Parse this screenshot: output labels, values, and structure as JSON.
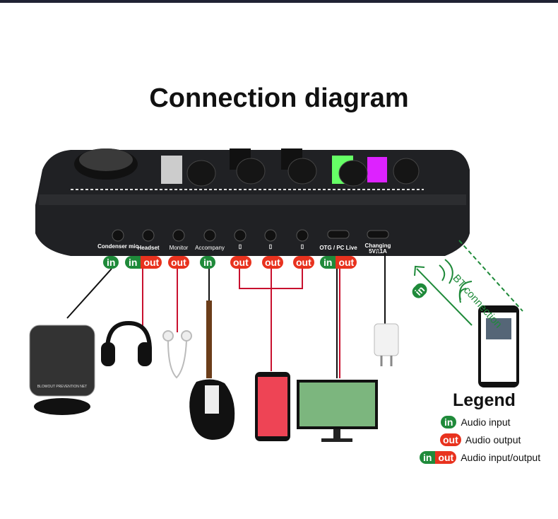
{
  "title": "Connection diagram",
  "ports": [
    {
      "label": "Condenser mic",
      "badges": [
        "in"
      ]
    },
    {
      "label": "Headset",
      "badges": [
        "in",
        "out"
      ]
    },
    {
      "label": "Monitor",
      "badges": [
        "out"
      ]
    },
    {
      "label": "Accompany",
      "badges": [
        "in"
      ]
    },
    {
      "label": "",
      "icon": "phone-icon",
      "badges": [
        "out"
      ]
    },
    {
      "label": "",
      "icon": "phone-icon",
      "badges": [
        "out"
      ]
    },
    {
      "label": "",
      "icon": "phone-icon",
      "badges": [
        "out"
      ]
    },
    {
      "label": "OTG / PC Live",
      "badges": [
        "in",
        "out"
      ]
    },
    {
      "label": "Changing 5V⎍1A",
      "badges": []
    }
  ],
  "badge_text": {
    "in": "in",
    "out": "out"
  },
  "bt_label": "BT connection",
  "mic_net_text": "BLOWOUT PREVENTION NET",
  "legend": {
    "title": "Legend",
    "items": [
      {
        "badges": [
          "in"
        ],
        "label": "Audio input"
      },
      {
        "badges": [
          "out"
        ],
        "label": "Audio output"
      },
      {
        "badges": [
          "in",
          "out"
        ],
        "label": "Audio input/output"
      }
    ]
  },
  "colors": {
    "in": "#1f8a3a",
    "out": "#e8321e",
    "device": "#222326"
  }
}
